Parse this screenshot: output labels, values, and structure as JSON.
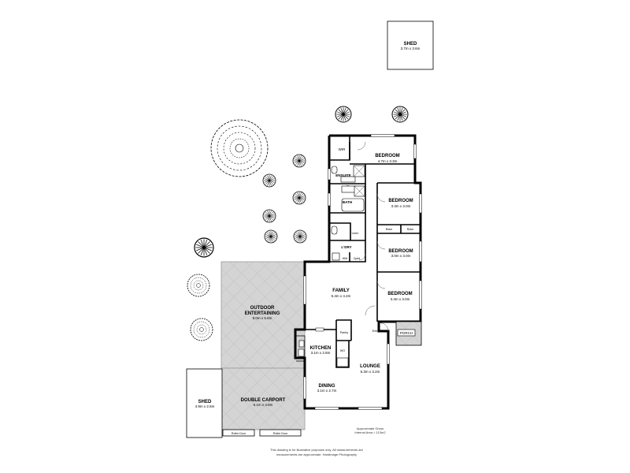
{
  "rooms": {
    "shed_top": {
      "name": "SHED",
      "dims": "3.7m x 3.6m"
    },
    "bedroom1": {
      "name": "BEDROOM",
      "dims": "4.7m x 3.3m"
    },
    "wir": {
      "name": "WIR"
    },
    "ensuite": {
      "name": "ENSUITE"
    },
    "bath": {
      "name": "BATH"
    },
    "bedroom2": {
      "name": "BEDROOM",
      "dims": "3.3m x 3.0m"
    },
    "robe1": {
      "name": "Robe"
    },
    "robe2": {
      "name": "Robe"
    },
    "linen": {
      "name": "Linen"
    },
    "ldry": {
      "name": "L'DRY"
    },
    "wm": {
      "name": "WM"
    },
    "cpbd": {
      "name": "Cpbd"
    },
    "bedroom3": {
      "name": "BEDROOM",
      "dims": "3.0m x 3.0m"
    },
    "family": {
      "name": "FAMILY",
      "dims": "5.4m x 4.2m"
    },
    "bedroom4": {
      "name": "BEDROOM",
      "dims": "3.4m x 3.0m"
    },
    "outdoor": {
      "name": "OUTDOOR",
      "name2": "ENTERTAINING",
      "dims": "8.0m x 5.6m"
    },
    "pantry": {
      "name": "Pantry"
    },
    "entry": {
      "name": "Entry"
    },
    "porch": {
      "name": "PORCH"
    },
    "kitchen": {
      "name": "KITCHEN",
      "dims": "3.1m x 2.8m"
    },
    "wo": {
      "name": "WO"
    },
    "lounge": {
      "name": "LOUNGE",
      "dims": "5.3m x 3.2m"
    },
    "dining": {
      "name": "DINING",
      "dims": "3.1m x 2.7m"
    },
    "shed_bottom": {
      "name": "SHED",
      "dims": "4.9m x 2.6m"
    },
    "carport": {
      "name": "DOUBLE CARPORT",
      "dims": "6.1m x 4.8m"
    }
  },
  "roller_doors": [
    "Roller Door",
    "Roller Door"
  ],
  "area_note": [
    "Approximate Gross",
    "Internal Area = 113m2"
  ],
  "disclaimer": [
    "This drawing is for illustrative purposes only. All measurements are",
    "measurements are approximate. Hardimage Photography"
  ]
}
